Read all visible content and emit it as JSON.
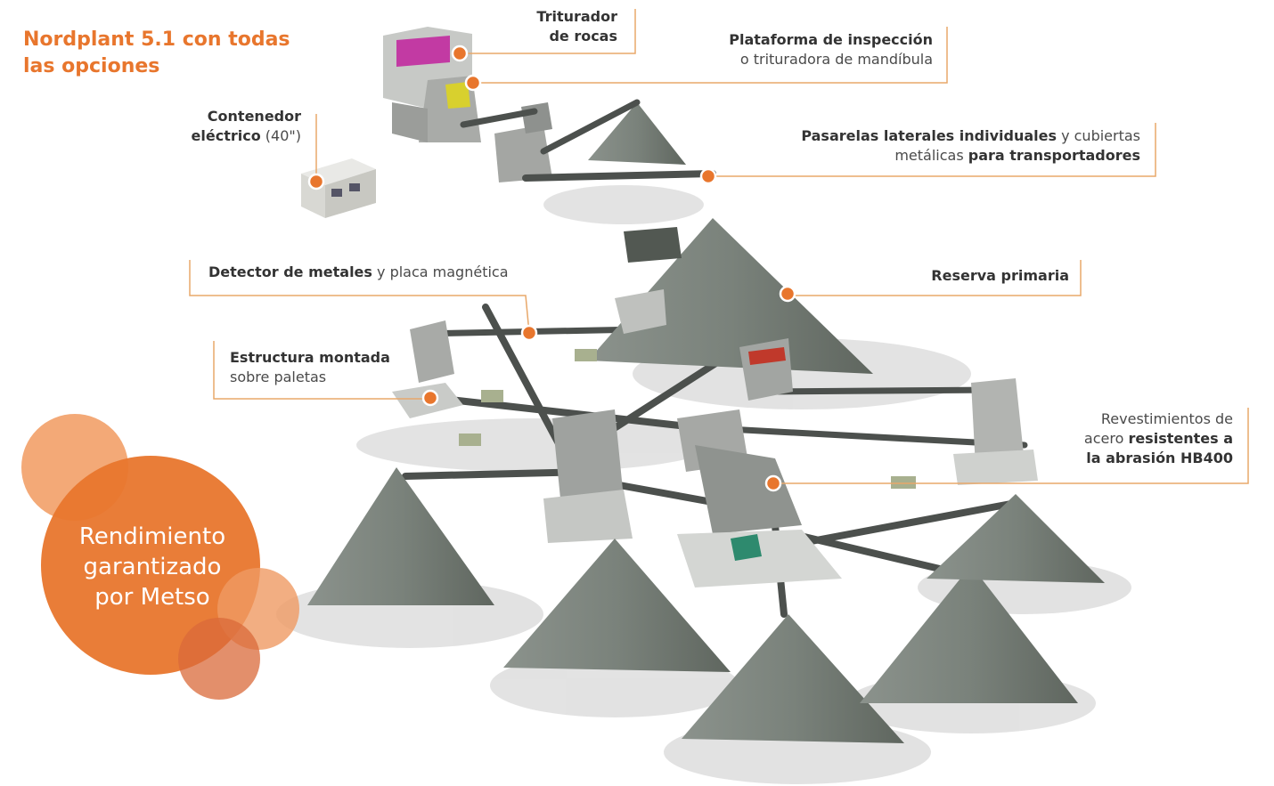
{
  "title": {
    "line1": "Nordplant 5.1 con todas",
    "line2": "las opciones"
  },
  "labels": {
    "triturador": {
      "line1": "Triturador",
      "line2": "de rocas"
    },
    "plataforma": {
      "bold": "Plataforma de inspección",
      "normal": "o trituradora de mandíbula"
    },
    "contenedor": {
      "bold1": "Contenedor",
      "bold2": "eléctrico",
      "normal2": " (40\")"
    },
    "pasarelas": {
      "bold1": "Pasarelas laterales individuales",
      "normal1": " y cubiertas",
      "normal2": "metálicas ",
      "bold2": "para transportadores"
    },
    "detector": {
      "bold": "Detector de metales",
      "normal": " y placa magnética"
    },
    "reserva": {
      "bold": "Reserva primaria"
    },
    "estructura": {
      "bold": "Estructura montada",
      "normal": "sobre paletas"
    },
    "revestimientos": {
      "normal1": "Revestimientos de",
      "normal2": "acero ",
      "bold2": "resistentes a",
      "bold3": "la abrasión HB400"
    }
  },
  "badge": {
    "line1": "Rendimiento",
    "line2": "garantizado",
    "line3": "por Metso"
  },
  "colors": {
    "accent": "#e8762d",
    "pile": "#7d857e",
    "pile_shadow": "#d6d6d6",
    "leader": "#e8a86a"
  }
}
